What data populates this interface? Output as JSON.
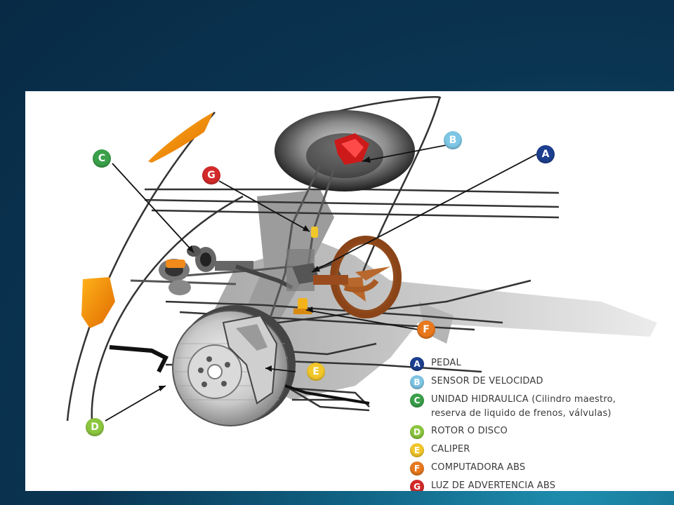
{
  "callouts": {
    "A": {
      "letter": "A",
      "color": "#1c3f8f"
    },
    "B": {
      "letter": "B",
      "color": "#7ec6e6"
    },
    "C": {
      "letter": "C",
      "color": "#3aa04a"
    },
    "D": {
      "letter": "D",
      "color": "#8cc63f"
    },
    "E": {
      "letter": "E",
      "color": "#f2c72a"
    },
    "F": {
      "letter": "F",
      "color": "#e8781e"
    },
    "G": {
      "letter": "G",
      "color": "#d42a2a"
    }
  },
  "legend": [
    {
      "letter": "A",
      "label": "PEDAL",
      "label2": ""
    },
    {
      "letter": "B",
      "label": "SENSOR DE VELOCIDAD",
      "label2": ""
    },
    {
      "letter": "C",
      "label": "UNIDAD HIDRAULICA (Cilindro maestro,",
      "label2": "reserva de liquido de frenos, válvulas)"
    },
    {
      "letter": "D",
      "label": "ROTOR O DISCO",
      "label2": ""
    },
    {
      "letter": "E",
      "label": "CALIPER",
      "label2": ""
    },
    {
      "letter": "F",
      "label": "COMPUTADORA ABS",
      "label2": ""
    },
    {
      "letter": "G",
      "label": "LUZ DE ADVERTENCIA ABS",
      "label2": ""
    }
  ]
}
